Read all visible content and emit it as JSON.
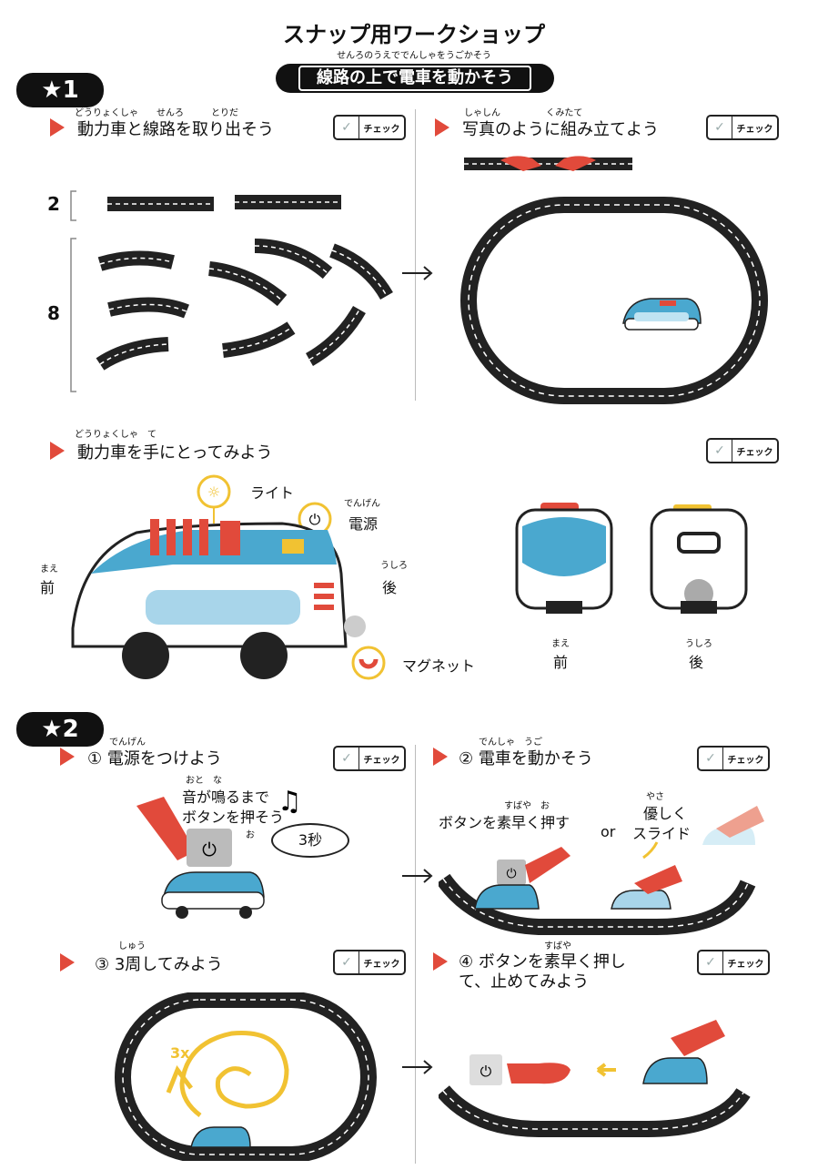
{
  "header": {
    "title": "スナップ用ワークショップ",
    "ruby": "せんろのうえででんしゃをうごかそう",
    "subtitle": "線路の上で電車を動かそう"
  },
  "section1": {
    "badge": "★1",
    "step_a": {
      "ruby": "どうりょくしゃ　　せんろ　　　とりだ",
      "text": "動力車と線路を取り出そう"
    },
    "step_b": {
      "ruby": "しゃしん　　　　　くみたて",
      "text": "写真のように組み立てよう"
    },
    "count_straight": "2",
    "count_curve": "8",
    "step_c": {
      "ruby": "どうりょくしゃ　て",
      "text": "動力車を手にとってみよう"
    },
    "labels": {
      "light": "ライト",
      "power_ruby": "でんげん",
      "power": "電源",
      "front_ruby": "まえ",
      "front": "前",
      "back_ruby": "うしろ",
      "back": "後",
      "magnet": "マグネット",
      "front2_ruby": "まえ",
      "front2": "前",
      "back2_ruby": "うしろ",
      "back2": "後"
    }
  },
  "section2": {
    "badge": "★2",
    "step1": {
      "ruby": "でんげん",
      "text": "① 電源をつけよう"
    },
    "step1_hint_ruby": "おと　な",
    "step1_hint_line1": "音が鳴るまで",
    "step1_hint_line2": "ボタンを押そう",
    "step1_hint_ruby2": "お",
    "step1_timer": "3秒",
    "step2": {
      "ruby": "でんしゃ　うご",
      "text": "② 電車を動かそう"
    },
    "step2_opt1_ruby": "すばや　お",
    "step2_opt1": "ボタンを素早く押す",
    "step2_or": "or",
    "step2_opt2_ruby": "やさ",
    "step2_opt2_line1": "優しく",
    "step2_opt2_line2": "スライド",
    "step3": {
      "ruby": "しゅう",
      "text": "③ 3周してみよう"
    },
    "step3_laps": "3x",
    "step4": {
      "ruby": "すばや",
      "line1": "④ ボタンを素早く押し",
      "line2": "て、止めてみよう"
    }
  },
  "check_label": "チェック",
  "check_mark": "✓",
  "colors": {
    "accent": "#e14a3b",
    "train_blue": "#4aa8cf",
    "track": "#222222",
    "yellow": "#f1c232"
  }
}
